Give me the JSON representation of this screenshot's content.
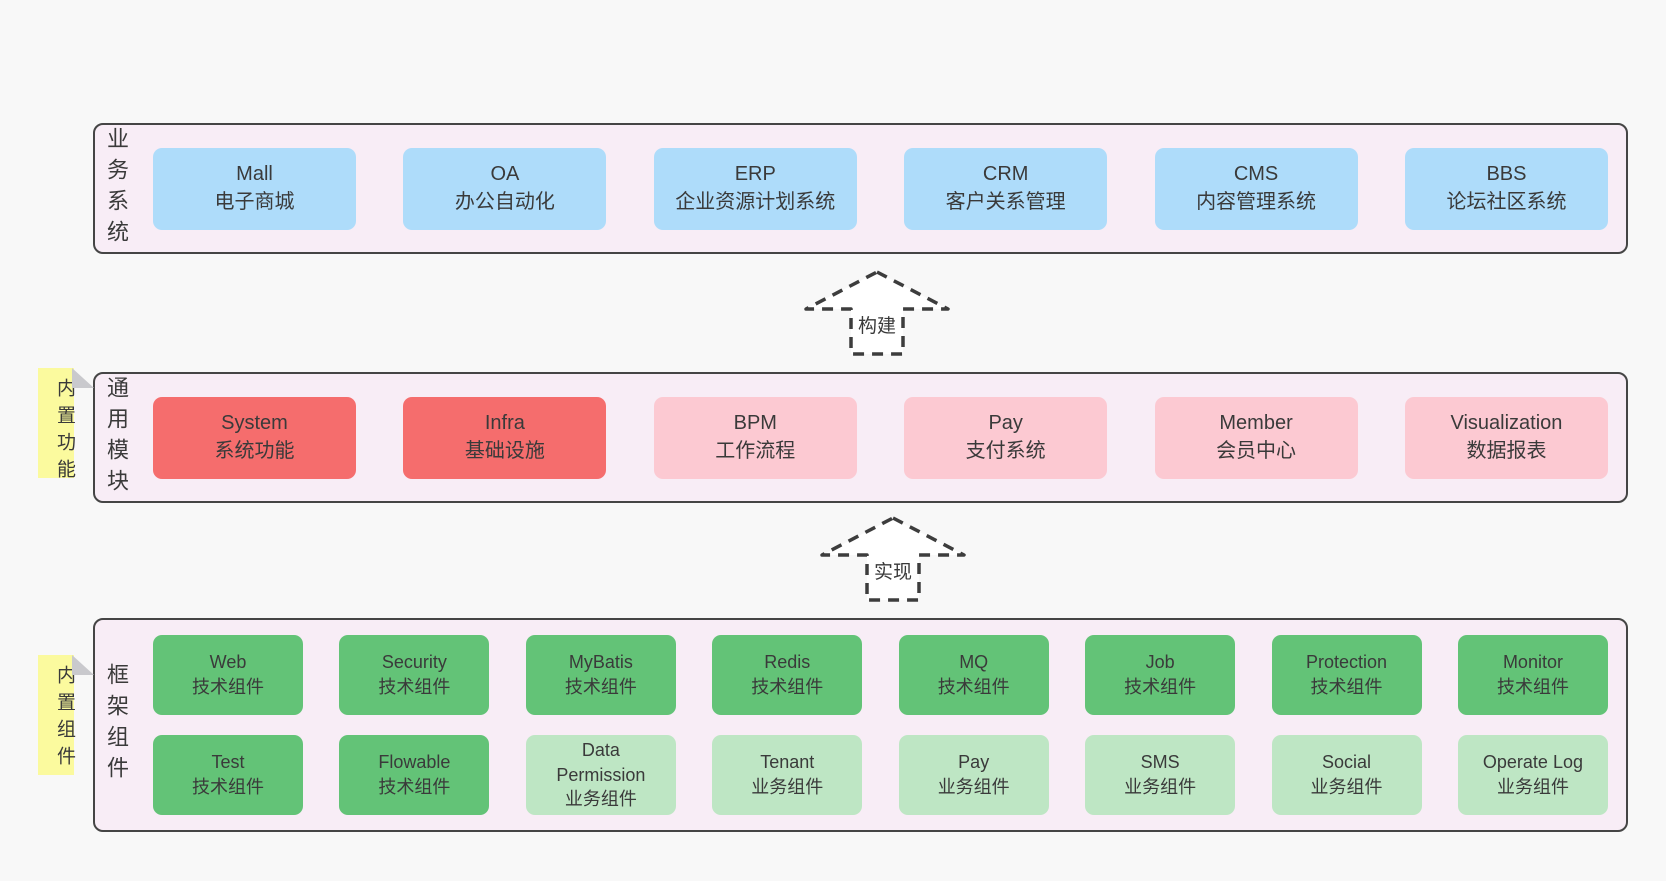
{
  "colors": {
    "page_bg": "#f8f8f8",
    "layer_bg": "#f8edf6",
    "layer_border": "#454545",
    "blue": "#aedcfa",
    "red": "#f56d6d",
    "pink": "#fcc9d2",
    "green": "#63c377",
    "greenlight": "#bee6c4",
    "note": "#fbfa9e",
    "fold": "#c9c9cd",
    "text": "#3a3a3a",
    "arrow": "#3d3d3d"
  },
  "layers": [
    {
      "label": "业务系统",
      "rows": [
        [
          {
            "en": "Mall",
            "zh": "电子商城",
            "color": "blue"
          },
          {
            "en": "OA",
            "zh": "办公自动化",
            "color": "blue"
          },
          {
            "en": "ERP",
            "zh": "企业资源计划系统",
            "color": "blue"
          },
          {
            "en": "CRM",
            "zh": "客户关系管理",
            "color": "blue"
          },
          {
            "en": "CMS",
            "zh": "内容管理系统",
            "color": "blue"
          },
          {
            "en": "BBS",
            "zh": "论坛社区系统",
            "color": "blue"
          }
        ]
      ]
    },
    {
      "label": "通用模块",
      "note": "内置功能",
      "rows": [
        [
          {
            "en": "System",
            "zh": "系统功能",
            "color": "red"
          },
          {
            "en": "Infra",
            "zh": "基础设施",
            "color": "red"
          },
          {
            "en": "BPM",
            "zh": "工作流程",
            "color": "pink"
          },
          {
            "en": "Pay",
            "zh": "支付系统",
            "color": "pink"
          },
          {
            "en": "Member",
            "zh": "会员中心",
            "color": "pink"
          },
          {
            "en": "Visualization",
            "zh": "数据报表",
            "color": "pink"
          }
        ]
      ]
    },
    {
      "label": "框架组件",
      "note": "内置组件",
      "rows": [
        [
          {
            "en": "Web",
            "zh": "技术组件",
            "color": "green"
          },
          {
            "en": "Security",
            "zh": "技术组件",
            "color": "green"
          },
          {
            "en": "MyBatis",
            "zh": "技术组件",
            "color": "green"
          },
          {
            "en": "Redis",
            "zh": "技术组件",
            "color": "green"
          },
          {
            "en": "MQ",
            "zh": "技术组件",
            "color": "green"
          },
          {
            "en": "Job",
            "zh": "技术组件",
            "color": "green"
          },
          {
            "en": "Protection",
            "zh": "技术组件",
            "color": "green"
          },
          {
            "en": "Monitor",
            "zh": "技术组件",
            "color": "green"
          }
        ],
        [
          {
            "en": "Test",
            "zh": "技术组件",
            "color": "green"
          },
          {
            "en": "Flowable",
            "zh": "技术组件",
            "color": "green"
          },
          {
            "en": "Data Permission",
            "zh": "业务组件",
            "color": "greenlight"
          },
          {
            "en": "Tenant",
            "zh": "业务组件",
            "color": "greenlight"
          },
          {
            "en": "Pay",
            "zh": "业务组件",
            "color": "greenlight"
          },
          {
            "en": "SMS",
            "zh": "业务组件",
            "color": "greenlight"
          },
          {
            "en": "Social",
            "zh": "业务组件",
            "color": "greenlight"
          },
          {
            "en": "Operate Log",
            "zh": "业务组件",
            "color": "greenlight"
          }
        ]
      ]
    }
  ],
  "arrows": [
    {
      "label": "构建"
    },
    {
      "label": "实现"
    }
  ]
}
